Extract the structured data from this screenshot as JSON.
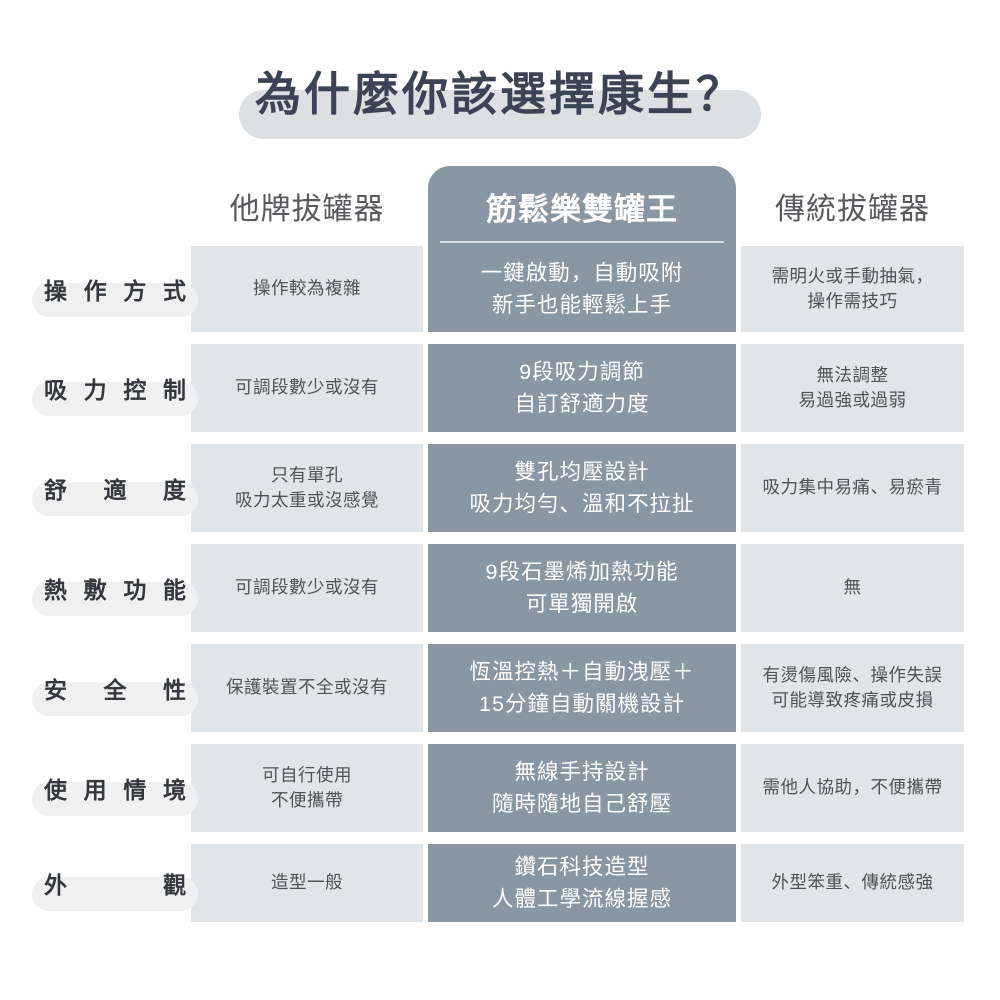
{
  "title": "為什麼你該選擇康生？",
  "table": {
    "columns": [
      {
        "key": "other",
        "label": "他牌拔罐器"
      },
      {
        "key": "product",
        "label": "筋鬆樂雙罐王"
      },
      {
        "key": "traditional",
        "label": "傳統拔罐器"
      }
    ],
    "rows": [
      {
        "label": "操作方式",
        "other": "操作較為複雜",
        "product": "一鍵啟動，自動吸附\n新手也能輕鬆上手",
        "traditional": "需明火或手動抽氣，\n操作需技巧"
      },
      {
        "label": "吸力控制",
        "other": "可調段數少或沒有",
        "product": "9段吸力調節\n自訂舒適力度",
        "traditional": "無法調整\n易過強或過弱"
      },
      {
        "label": "舒適度",
        "other": "只有單孔\n吸力太重或沒感覺",
        "product": "雙孔均壓設計\n吸力均勻、溫和不拉扯",
        "traditional": "吸力集中易痛、易瘀青"
      },
      {
        "label": "熱敷功能",
        "other": "可調段數少或沒有",
        "product": "9段石墨烯加熱功能\n可單獨開啟",
        "traditional": "無"
      },
      {
        "label": "安全性",
        "other": "保護裝置不全或沒有",
        "product": "恆溫控熱＋自動洩壓＋\n15分鐘自動關機設計",
        "traditional": "有燙傷風險、操作失誤\n可能導致疼痛或皮損"
      },
      {
        "label": "使用情境",
        "other": "可自行使用\n不便攜帶",
        "product": "無線手持設計\n隨時隨地自己舒壓",
        "traditional": "需他人協助，不便攜帶"
      },
      {
        "label": "外觀",
        "other": "造型一般",
        "product": "鑽石科技造型\n人體工學流線握感",
        "traditional": "外型笨重、傳統感強"
      }
    ]
  },
  "colors": {
    "accent_column_bg": "#8997a5",
    "side_cell_bg": "#e2e5e8",
    "title_text": "#3c4354",
    "title_pill_bg": "#dde0e3",
    "label_pill_bg": "#f0f0f1",
    "product_text": "#ffffff"
  }
}
